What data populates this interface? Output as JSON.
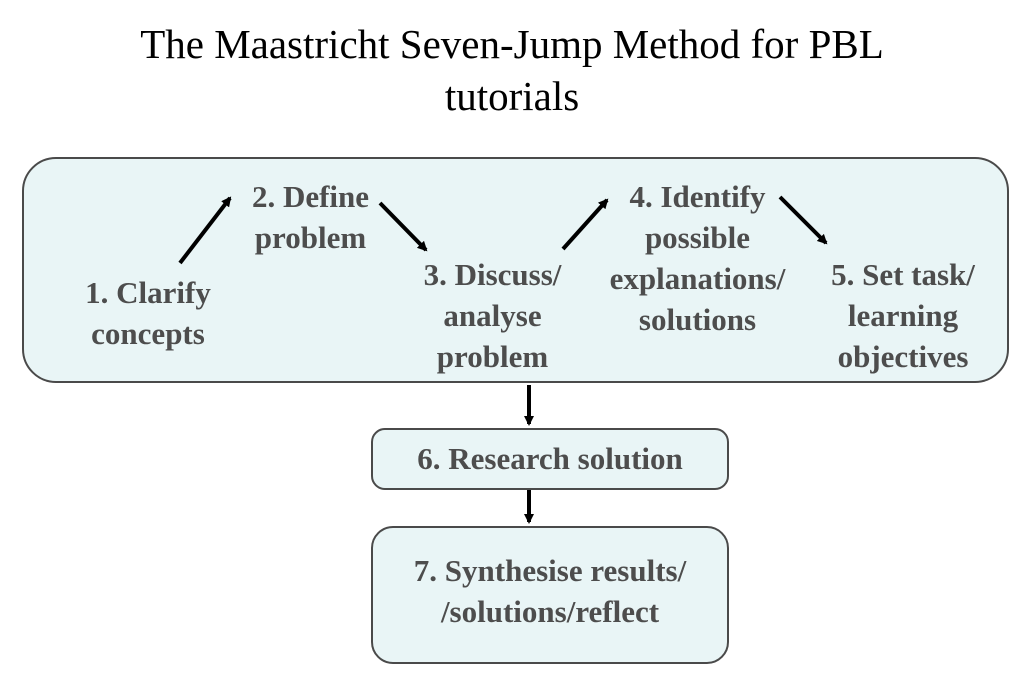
{
  "title": {
    "line1": "The Maastricht Seven-Jump Method for PBL",
    "line2": "tutorials"
  },
  "steps": [
    {
      "lines": [
        "1. Clarify",
        "concepts"
      ]
    },
    {
      "lines": [
        "2. Define",
        "problem"
      ]
    },
    {
      "lines": [
        "3. Discuss/",
        "analyse",
        "problem"
      ]
    },
    {
      "lines": [
        "4. Identify",
        "possible",
        "explanations/",
        "solutions"
      ]
    },
    {
      "lines": [
        "5. Set task/",
        "learning",
        "objectives"
      ]
    },
    {
      "lines": [
        "6. Research solution"
      ]
    },
    {
      "lines": [
        "7. Synthesise results/",
        "/solutions/reflect"
      ]
    }
  ],
  "colors": {
    "box_fill": "#e9f5f6",
    "box_border": "#4a4a4a",
    "step_text": "#4d4d4d",
    "arrow": "#000000"
  }
}
